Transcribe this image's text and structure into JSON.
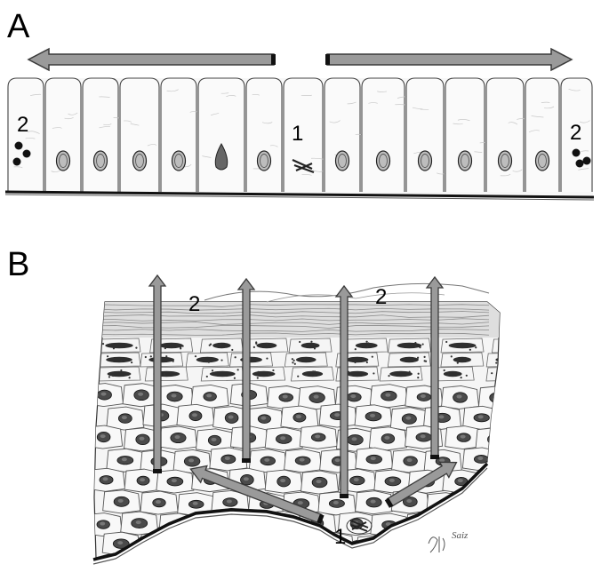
{
  "panel_a": {
    "label": "A",
    "marker_center": "1",
    "marker_left": "2",
    "marker_right": "2"
  },
  "panel_b": {
    "label": "B",
    "marker_bottom": "1",
    "marker_top_left": "2",
    "marker_top_right": "2",
    "signature": "Saiz"
  },
  "colors": {
    "arrow_fill": "#9a9a9a",
    "arrow_stroke": "#3a3a3a",
    "ink": "#222222",
    "nucleus_dark": "#3a3a3a"
  }
}
